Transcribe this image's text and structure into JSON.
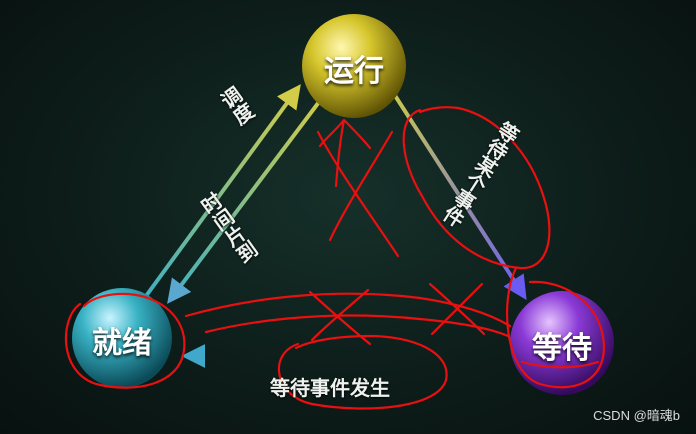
{
  "nodes": {
    "running": {
      "label": "运行"
    },
    "ready": {
      "label": "就绪"
    },
    "waiting": {
      "label": "等待"
    }
  },
  "edges": {
    "ready_to_running": {
      "label": "调度"
    },
    "running_to_ready": {
      "label": "时间片到"
    },
    "running_to_waiting": {
      "label": "等待某个事件"
    },
    "waiting_to_ready": {
      "label": "等待事件发生"
    }
  },
  "colors": {
    "background": "#0d1d1a",
    "running_node": "#c6b820",
    "ready_node": "#31a6b6",
    "waiting_node": "#8033cc",
    "annotation": "#e81010"
  },
  "watermark": "CSDN @暗魂b"
}
